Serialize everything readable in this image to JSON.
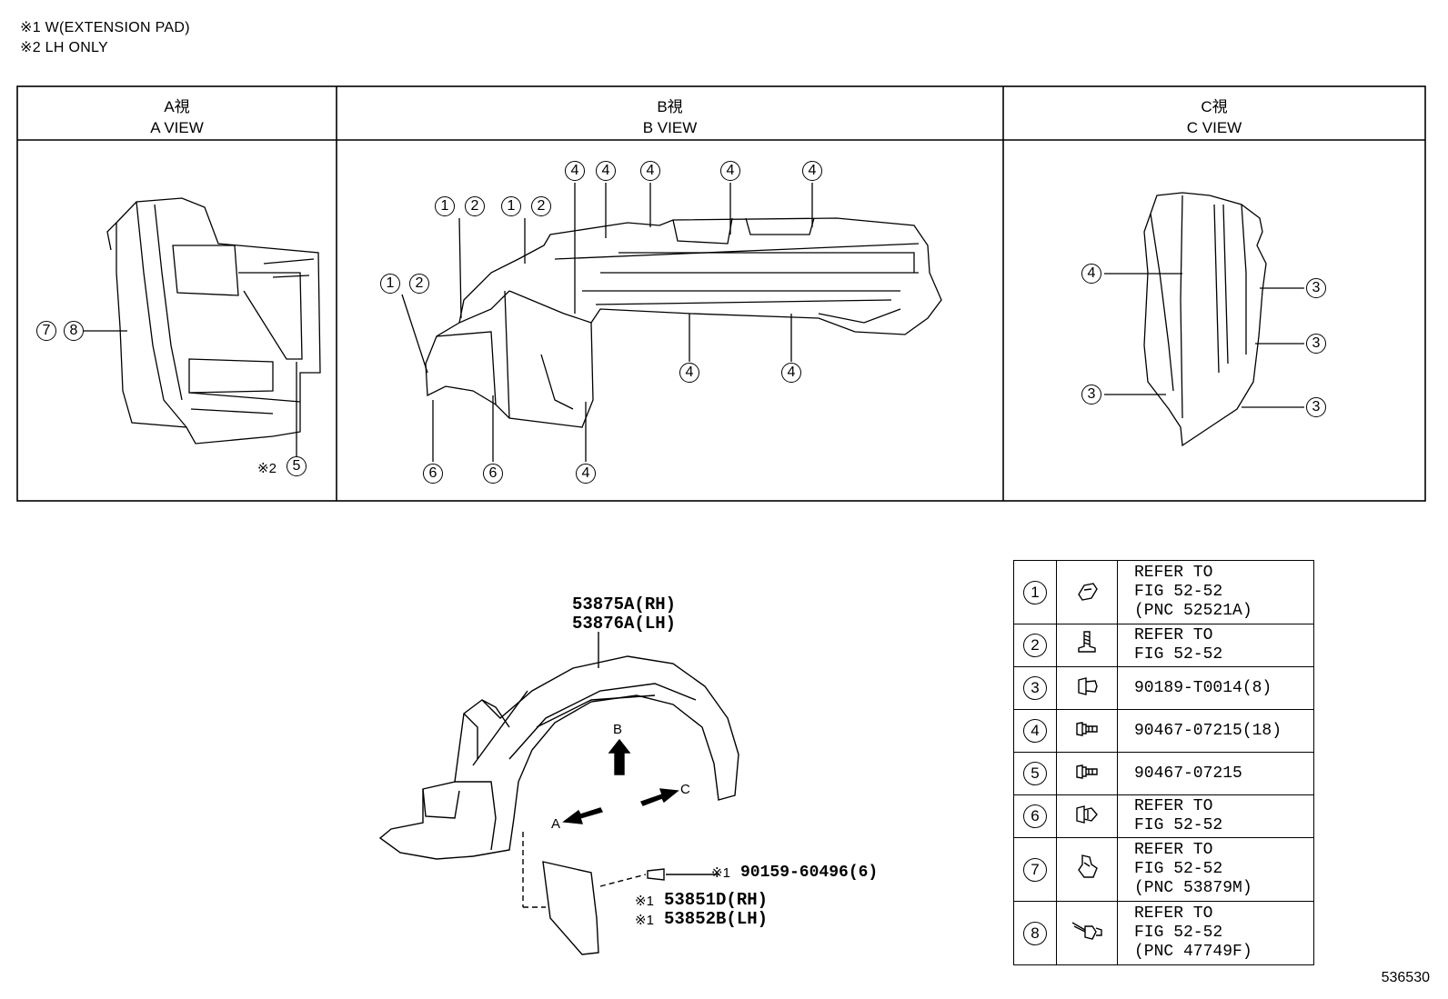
{
  "notes": {
    "note1": "※1 W(EXTENSION PAD)",
    "note2": "※2 LH ONLY"
  },
  "views": {
    "a": {
      "title_jp": "A視",
      "title_en": "A VIEW"
    },
    "b": {
      "title_jp": "B視",
      "title_en": "B VIEW"
    },
    "c": {
      "title_jp": "C視",
      "title_en": "C VIEW"
    }
  },
  "callouts": {
    "n1": "1",
    "n2": "2",
    "n3": "3",
    "n4": "4",
    "n5": "5",
    "n6": "6",
    "n7": "7",
    "n8": "8"
  },
  "markers": {
    "lh_only_mark": "※2"
  },
  "main_part": {
    "rh": "53875A(RH)",
    "lh": "53876A(LH)"
  },
  "arrows": {
    "a": "A",
    "b": "B",
    "c": "C"
  },
  "extension": {
    "screw_mark": "※1",
    "screw_pn": "90159-60496(6)",
    "pad_mark_rh": "※1",
    "pad_rh": "53851D(RH)",
    "pad_mark_lh": "※1",
    "pad_lh": "53852B(LH)"
  },
  "legend": [
    {
      "num": "1",
      "icon": "clip-nut-icon",
      "text": "REFER TO\nFIG 52-52\n(PNC 52521A)"
    },
    {
      "num": "2",
      "icon": "screw-icon",
      "text": "REFER TO\nFIG 52-52"
    },
    {
      "num": "3",
      "icon": "push-clip-icon",
      "text": "90189-T0014(8)"
    },
    {
      "num": "4",
      "icon": "flange-screw-icon",
      "text": "90467-07215(18)"
    },
    {
      "num": "5",
      "icon": "flange-screw-icon",
      "text": "90467-07215"
    },
    {
      "num": "6",
      "icon": "rivet-clip-icon",
      "text": "REFER TO\nFIG 52-52"
    },
    {
      "num": "7",
      "icon": "clip-icon",
      "text": "REFER TO\nFIG 52-52\n(PNC 53879M)"
    },
    {
      "num": "8",
      "icon": "screw-grommet-icon",
      "text": "REFER TO\nFIG 52-52\n(PNC 47749F)"
    }
  ],
  "drawing_number": "536530"
}
